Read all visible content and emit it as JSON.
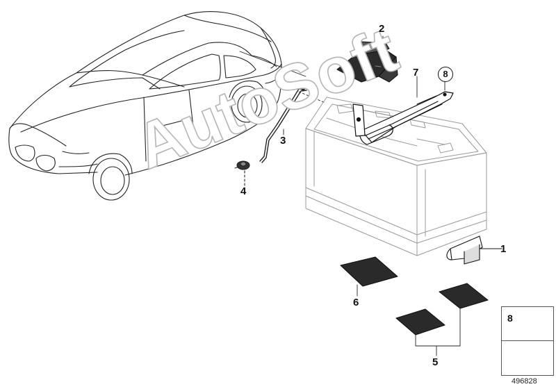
{
  "callouts": {
    "c1": "1",
    "c2": "2",
    "c3": "3",
    "c4": "4",
    "c5": "5",
    "c6": "6",
    "c7": "7",
    "c8": "8"
  },
  "legend": {
    "part_number": "8"
  },
  "diagram_id": "496828",
  "watermark": "AutoSoft"
}
